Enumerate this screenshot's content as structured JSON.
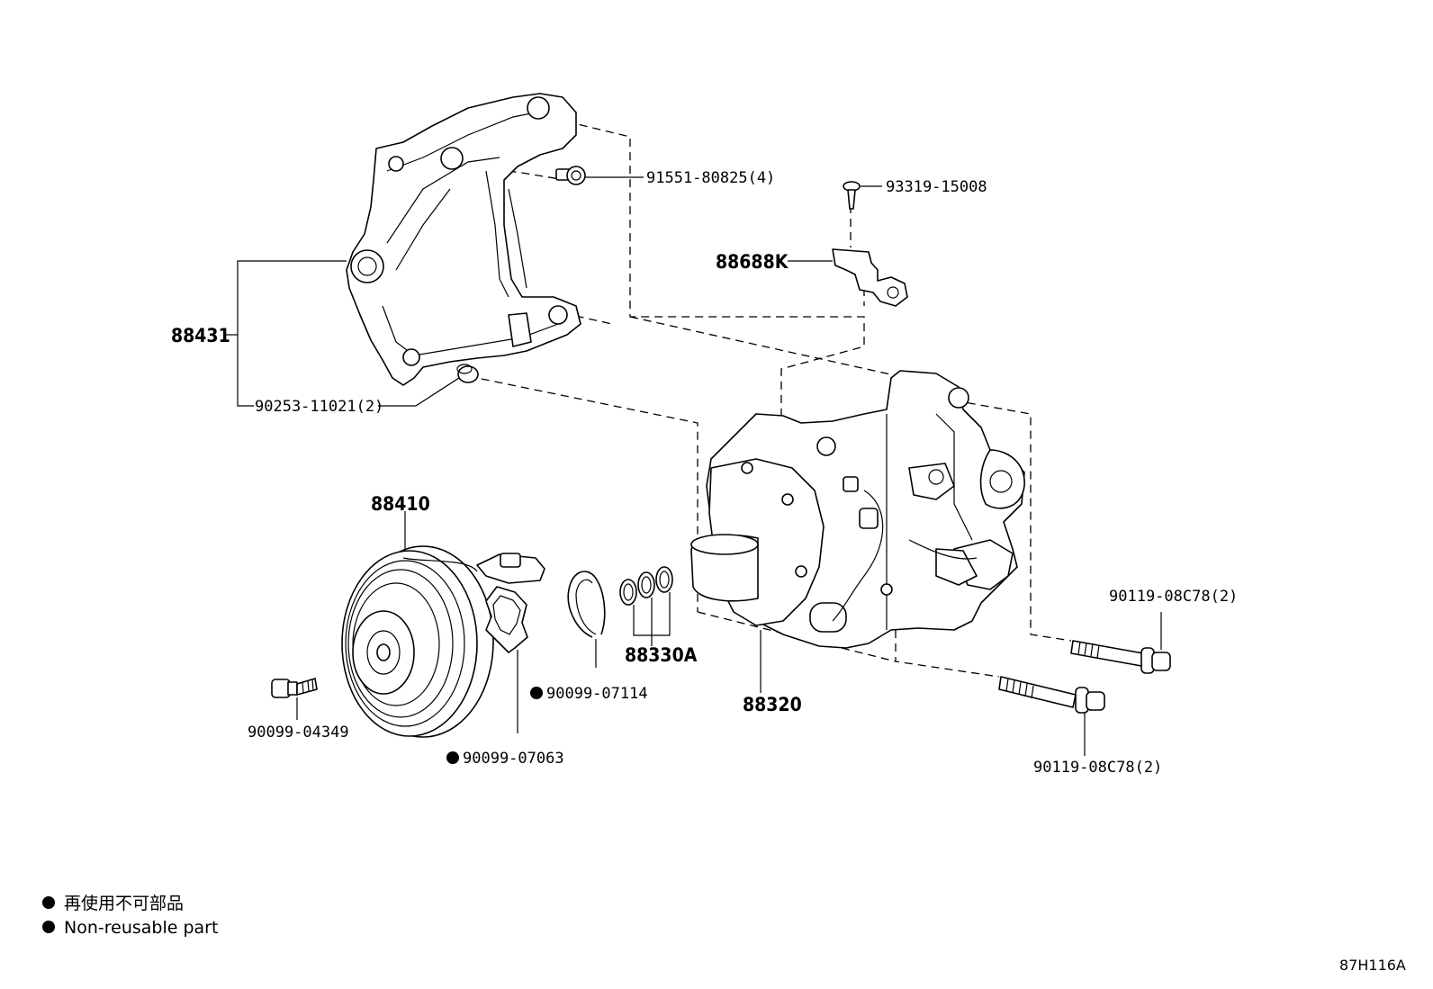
{
  "parts": {
    "p_91551": "91551-80825(4)",
    "p_93319": "93319-15008",
    "p_88688K": "88688K",
    "p_88431": "88431",
    "p_90253": "90253-11021(2)",
    "p_88410": "88410",
    "p_88330A": "88330A",
    "p_90099_07114": "90099-07114",
    "p_90099_04349": "90099-04349",
    "p_90099_07063": "90099-07063",
    "p_88320": "88320",
    "p_90119_top": "90119-08C78(2)",
    "p_90119_bottom": "90119-08C78(2)"
  },
  "legend": {
    "line1": "再使用不可部品",
    "line2": "Non-reusable part"
  },
  "diagram_code": "87H116A"
}
